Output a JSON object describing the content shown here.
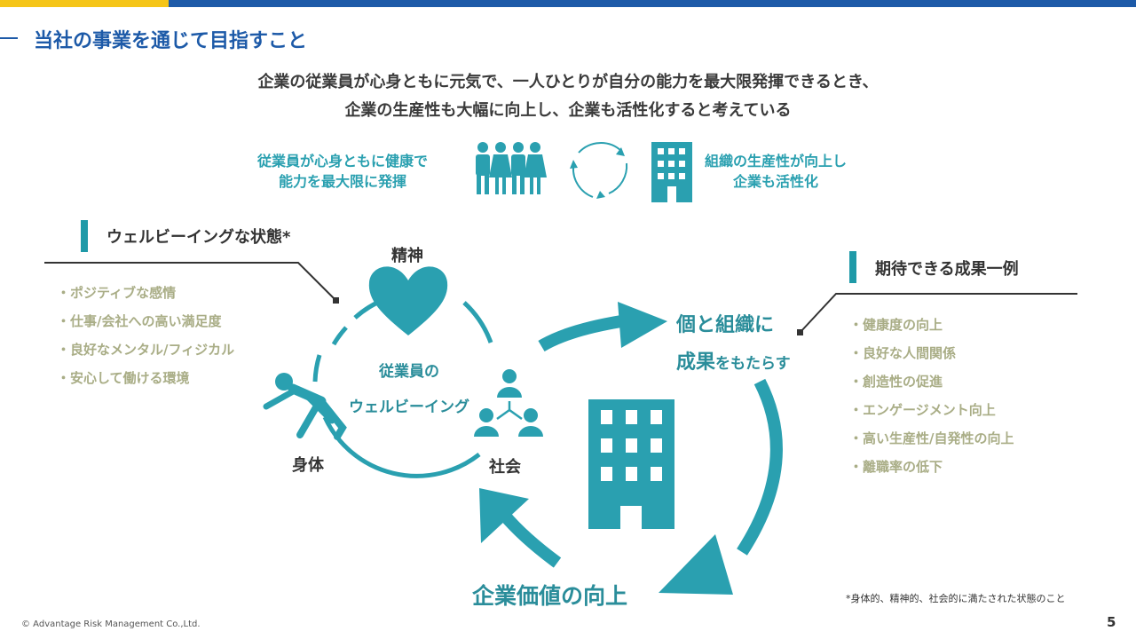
{
  "header": {
    "title": "当社の事業を通じて目指すこと"
  },
  "lead": {
    "line1": "企業の従業員が心身ともに元気で、一人ひとりが自分の能力を最大限発揮できるとき、",
    "line2": "企業の生産性も大幅に向上し、企業も活性化すると考えている"
  },
  "flow": {
    "left_line1": "従業員が心身ともに健康で",
    "left_line2": "能力を最大限に発揮",
    "right_line1": "組織の生産性が向上し",
    "right_line2": "企業も活性化"
  },
  "wellbeing": {
    "title": "ウェルビーイングな状態*",
    "items": [
      "・ポジティブな感情",
      "・仕事/会社への高い満足度",
      "・良好なメンタル/フィジカル",
      "・安心して働ける環境"
    ]
  },
  "outcomes": {
    "title": "期待できる成果一例",
    "items": [
      "・健康度の向上",
      "・良好な人間関係",
      "・創造性の促進",
      "・エンゲージメント向上",
      "・高い生産性/自発性の向上",
      "・離職率の低下"
    ]
  },
  "diagram": {
    "mind": "精神",
    "body": "身体",
    "society": "社会",
    "center_line1": "従業員の",
    "center_line2": "ウェルビーイング",
    "result_line1": "個と組織に",
    "result_line2_big": "成果",
    "result_line2_small": "をもたらす",
    "value": "企業価値の向上"
  },
  "footer": {
    "footnote": "*身体的、精神的、社会的に満たされた状態のこと",
    "copyright": "© Advantage Risk Management Co.,Ltd.",
    "page": "5"
  },
  "colors": {
    "brand_blue": "#1d5aa8",
    "accent_yellow": "#f5c518",
    "teal": "#2aa0b0",
    "list_olive": "#a9ad86"
  }
}
